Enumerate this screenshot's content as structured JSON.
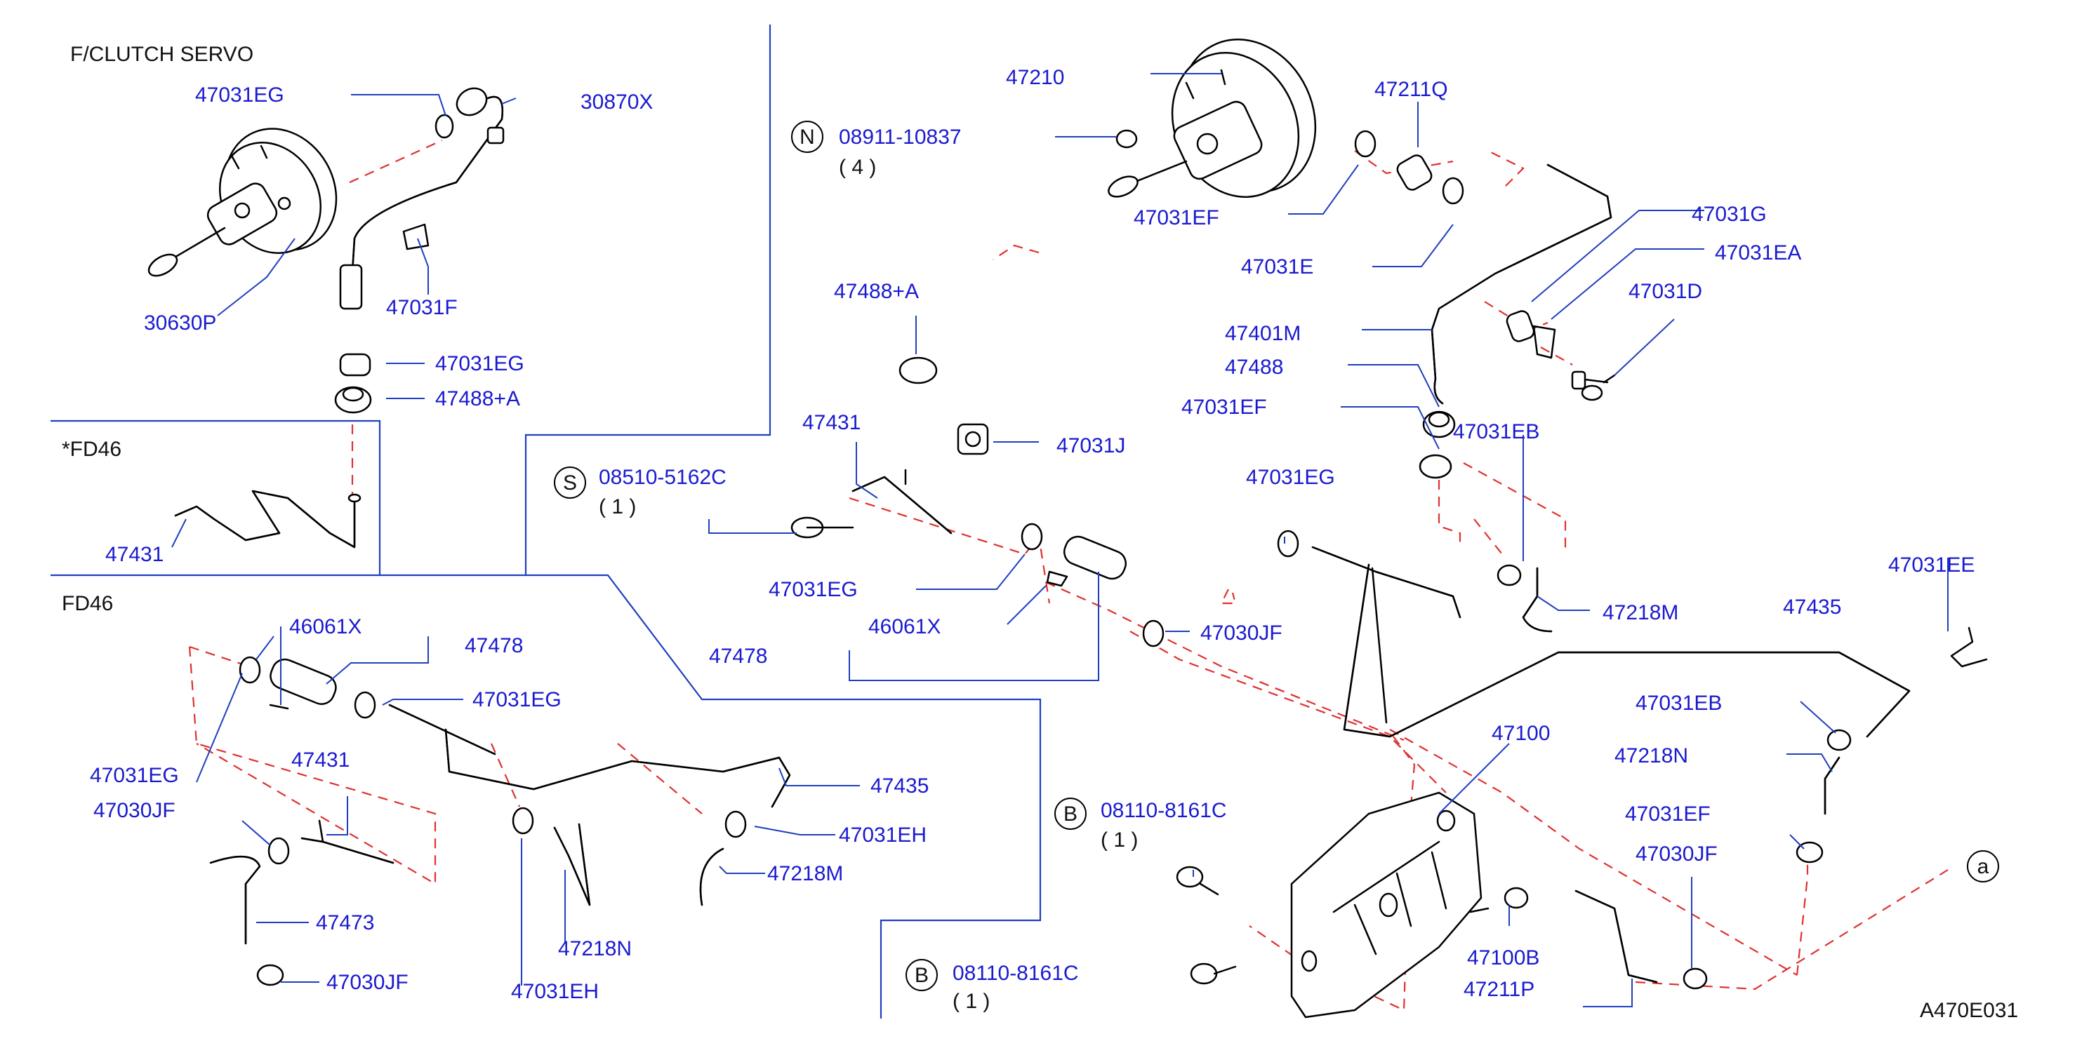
{
  "diagram_id": "A470E031",
  "sections": {
    "fclutch": "F/CLUTCH   SERVO",
    "fd46_star": "*FD46",
    "fd46": "FD46"
  },
  "callouts": {
    "a": "a",
    "N": "N",
    "S": "S",
    "B1": "B",
    "B2": "B"
  },
  "labels": {
    "p47210": "47210",
    "p47211Q": "47211Q",
    "p08911": "08911-10837",
    "p08911_q": "( 4 )",
    "p47031EF_top": "47031EF",
    "p47031E": "47031E",
    "p47031G": "47031G",
    "p47031EA": "47031EA",
    "p47031D": "47031D",
    "p47401M": "47401M",
    "p47488": "47488",
    "p47031EF_mid": "47031EF",
    "p47031EB_mid": "47031EB",
    "p47488A_center": "47488+A",
    "p47431_center": "47431",
    "p47031J": "47031J",
    "p08510": "08510-5162C",
    "p08510_q": "( 1 )",
    "p47031EG_center": "47031EG",
    "p47031EG_center2": "47031EG",
    "p46061X_center": "46061X",
    "p47478_center": "47478",
    "p47030JF_center": "47030JF",
    "p47218M_center": "47218M",
    "p47031EE": "47031EE",
    "p47435_right": "47435",
    "p47031EB_right": "47031EB",
    "p47218N_right": "47218N",
    "p47031EF_right": "47031EF",
    "p47030JF_right": "47030JF",
    "p47100": "47100",
    "p08110_1": "08110-8161C",
    "p08110_1q": "( 1 )",
    "p08110_2": "08110-8161C",
    "p08110_2q": "( 1 )",
    "p47100B": "47100B",
    "p47211P": "47211P",
    "p47031EG_fc": "47031EG",
    "p30870X": "30870X",
    "p30630P": "30630P",
    "p47031F": "47031F",
    "p47031EG_l2": "47031EG",
    "p47488A_l2": "47488+A",
    "p47431_star": "47431",
    "p46061X_fd": "46061X",
    "p47478_fd": "47478",
    "p47031EG_fd1": "47031EG",
    "p47031EG_fd2": "47031EG",
    "p47431_fd": "47431",
    "p47030JF_fd1": "47030JF",
    "p47435_fd": "47435",
    "p47031EH_fd1": "47031EH",
    "p47218M_fd": "47218M",
    "p47473": "47473",
    "p47030JF_fd2": "47030JF",
    "p47218N_fd": "47218N",
    "p47031EH_fd2": "47031EH"
  },
  "colors": {
    "label": "#1a1ad0",
    "leader": "#1f3fbf",
    "dashed_guide": "#e03030",
    "part": "#000000"
  }
}
